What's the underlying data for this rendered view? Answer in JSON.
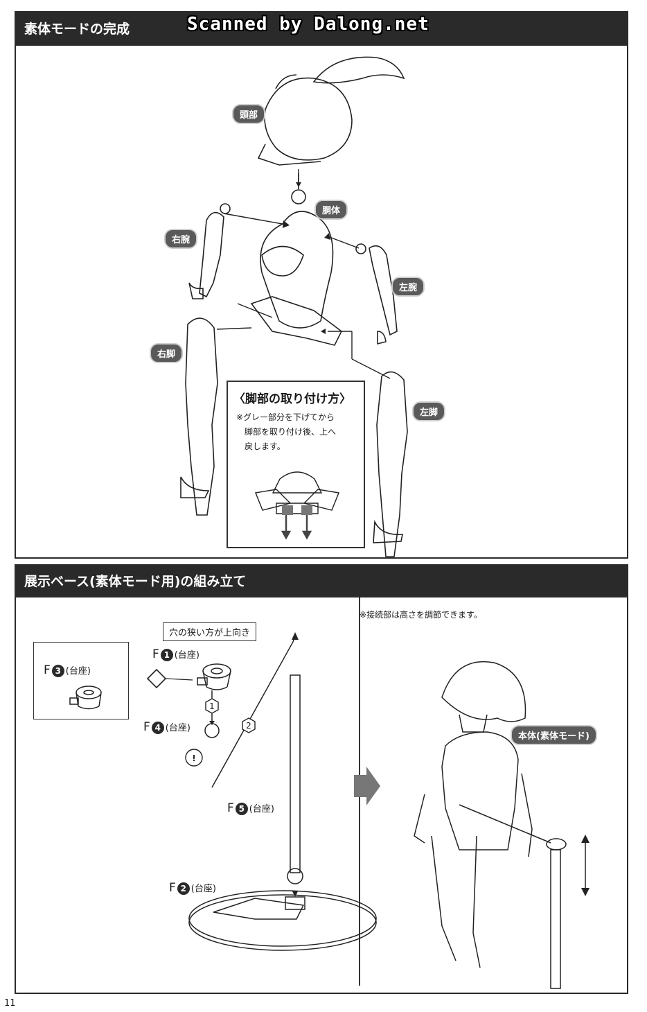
{
  "section1": {
    "title": "素体モードの完成",
    "labels": {
      "head": "頭部",
      "torso": "胴体",
      "right_arm": "右腕",
      "left_arm": "左腕",
      "right_leg": "右脚",
      "left_leg": "左脚"
    },
    "callout": {
      "title": "〈脚部の取り付け方〉",
      "note_lines": [
        "※グレー部分を下げてから",
        "脚部を取り付け後、上へ",
        "戻します。"
      ]
    }
  },
  "watermark": "Scanned by Dalong.net",
  "section2": {
    "title": "展示ベース(素体モード用)の組み立て",
    "note": "※接続部は高さを調節できます。",
    "hole_note": "穴の狭い方が上向き",
    "body_label": "本体(素体モード)",
    "parts": {
      "f1": {
        "letter": "F",
        "num": "1",
        "name": "(台座)"
      },
      "f3": {
        "letter": "F",
        "num": "3",
        "name": "(台座)"
      },
      "f4": {
        "letter": "F",
        "num": "4",
        "name": "(台座)"
      },
      "f5": {
        "letter": "F",
        "num": "5",
        "name": "(台座)"
      },
      "f2": {
        "letter": "F",
        "num": "2",
        "name": "(台座)"
      }
    },
    "steps": [
      "1",
      "2"
    ],
    "caution_mark": "!"
  },
  "page_number": "11"
}
